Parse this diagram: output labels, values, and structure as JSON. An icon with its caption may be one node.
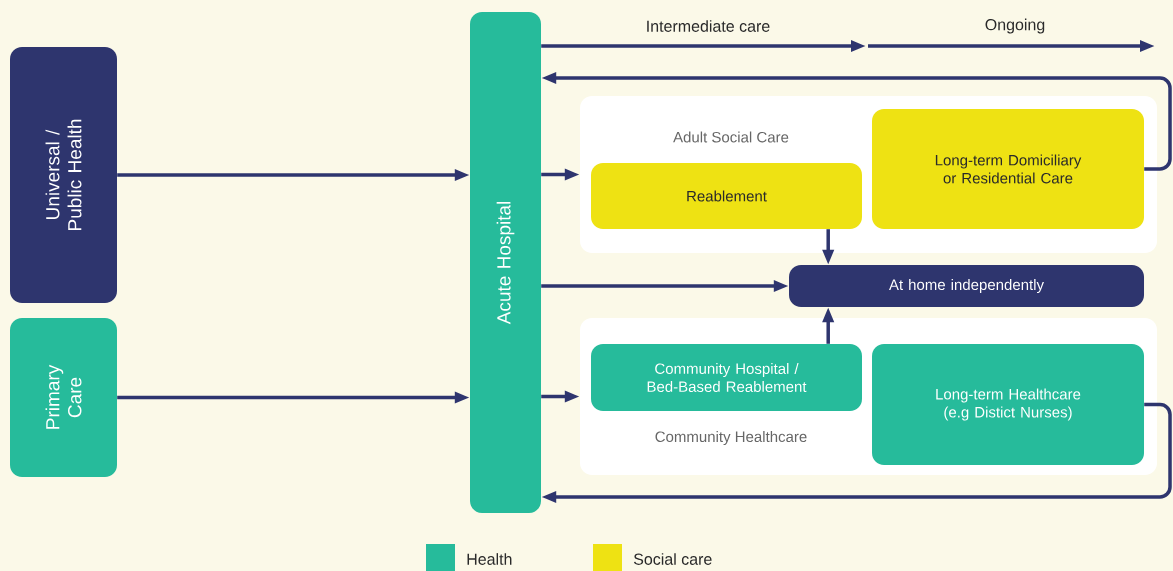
{
  "diagram": {
    "nodes": [
      {
        "text": [
          "Universal / Public Health"
        ]
      },
      {
        "text": [
          "Primary Care"
        ]
      },
      {
        "text": [
          "Acute Hospital"
        ]
      },
      {
        "text": [
          "Adult Social Care"
        ]
      },
      {
        "text": [
          "Reablement"
        ],
        "in": 3
      },
      {
        "text": [
          "Long-term Domiciliary or Residential Care"
        ],
        "in": 3
      },
      {
        "text": [
          "At home independently"
        ]
      },
      {
        "text": [
          "Community Healthcare"
        ]
      },
      {
        "text": [
          "Community Hospital / Bed-Based Reablement"
        ],
        "in": 7
      },
      {
        "text": [
          "Long-term Healthcare (e.g Distict Nurses)"
        ],
        "in": 7
      }
    ],
    "edges": [
      {
        "from": 2,
        "to": null,
        "arrow": "to",
        "label": "Intermediate care"
      },
      {
        "from": 0,
        "to": 2,
        "arrow": "to"
      },
      {
        "from": 1,
        "to": 2,
        "arrow": "to"
      },
      {
        "from": 2,
        "to": 3,
        "arrow": "to"
      },
      {
        "from": 2,
        "to": 6,
        "arrow": "to"
      },
      {
        "from": 2,
        "to": 7,
        "arrow": "to"
      },
      {
        "from": 4,
        "to": 6,
        "arrow": "to"
      },
      {
        "from": 8,
        "to": 6,
        "arrow": "to"
      },
      {
        "from": 5,
        "to": 2,
        "arrow": "to"
      },
      {
        "from": 9,
        "to": 2,
        "arrow": "to"
      }
    ],
    "labels": [
      "Ongoing"
    ],
    "legend": [
      {
        "text": "Health",
        "color": "#26bb9b"
      },
      {
        "text": "Social care",
        "color": "#eee213"
      }
    ]
  }
}
